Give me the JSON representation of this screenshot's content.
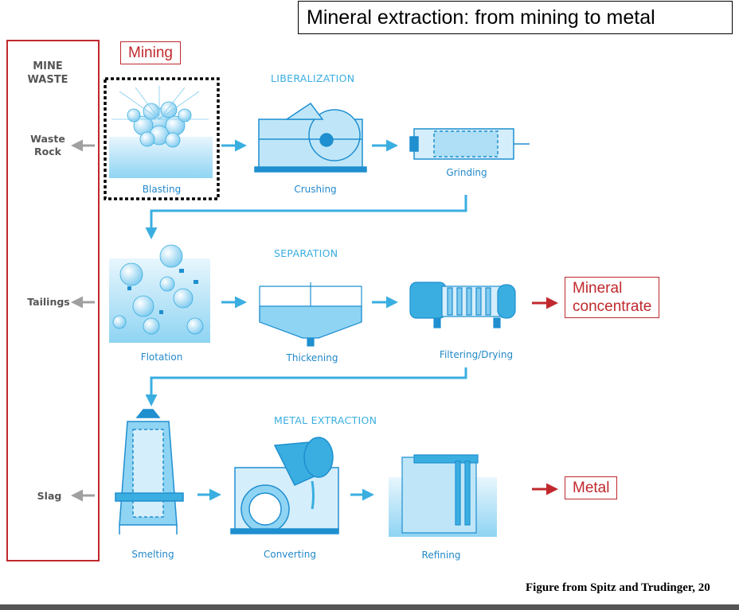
{
  "title": "Mineral extraction: from mining to metal",
  "mine_waste": {
    "heading_line1": "MINE",
    "heading_line2": "WASTE",
    "items": {
      "waste_rock_line1": "Waste",
      "waste_rock_line2": "Rock",
      "tailings": "Tailings",
      "slag": "Slag"
    }
  },
  "mining_label": "Mining",
  "stages": {
    "liberalization": "LIBERALIZATION",
    "separation": "SEPARATION",
    "metal_extraction": "METAL EXTRACTION"
  },
  "steps": {
    "blasting": "Blasting",
    "crushing": "Crushing",
    "grinding": "Grinding",
    "flotation": "Flotation",
    "thickening": "Thickening",
    "filtering_drying": "Filtering/Drying",
    "smelting": "Smelting",
    "converting": "Converting",
    "refining": "Refining"
  },
  "outputs": {
    "mineral_concentrate_line1": "Mineral",
    "mineral_concentrate_line2": "concentrate",
    "metal": "Metal"
  },
  "source": "Figure from Spitz and Trudinger, 20",
  "colors": {
    "accent_red": "#c0282d",
    "process_blue": "#3aaee0",
    "label_blue": "#2288c8",
    "waste_gray": "#555555"
  }
}
